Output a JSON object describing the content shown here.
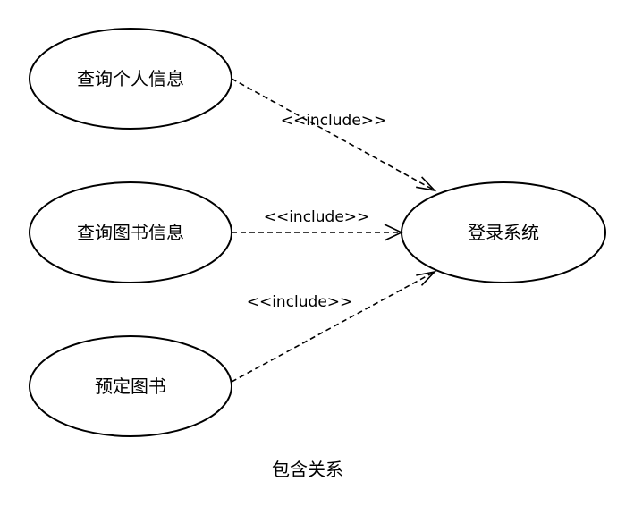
{
  "use_cases": {
    "query_personal_info": "查询个人信息",
    "query_book_info": "查询图书信息",
    "reserve_book": "预定图书",
    "login_system": "登录系统"
  },
  "relations": [
    {
      "from": "查询个人信息",
      "to": "登录系统",
      "stereotype": "<<include>>"
    },
    {
      "from": "查询图书信息",
      "to": "登录系统",
      "stereotype": "<<include>>"
    },
    {
      "from": "预定图书",
      "to": "登录系统",
      "stereotype": "<<include>>"
    }
  ],
  "caption": "包含关系"
}
